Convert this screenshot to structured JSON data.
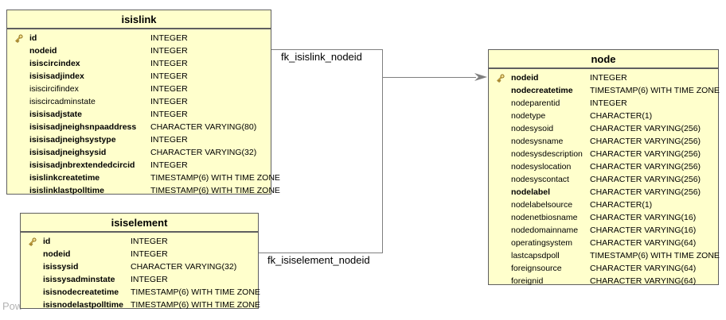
{
  "watermark": "Pow",
  "colors": {
    "table_fill": "#ffffcc",
    "table_border": "#5f5f5f",
    "edge": "#7f7f7f",
    "key_icon_gold": "#e3bf5a"
  },
  "edges": [
    {
      "label": "fk_isislink_nodeid"
    },
    {
      "label": "fk_isiselement_nodeid"
    }
  ],
  "tables": [
    {
      "name": "isislink",
      "columns": [
        {
          "name": "id",
          "type": "INTEGER",
          "pk": true,
          "bold": true
        },
        {
          "name": "nodeid",
          "type": "INTEGER",
          "pk": false,
          "bold": true
        },
        {
          "name": "isiscircindex",
          "type": "INTEGER",
          "pk": false,
          "bold": true
        },
        {
          "name": "isisisadjindex",
          "type": "INTEGER",
          "pk": false,
          "bold": true
        },
        {
          "name": "isiscircifindex",
          "type": "INTEGER",
          "pk": false,
          "bold": false
        },
        {
          "name": "isiscircadminstate",
          "type": "INTEGER",
          "pk": false,
          "bold": false
        },
        {
          "name": "isisisadjstate",
          "type": "INTEGER",
          "pk": false,
          "bold": true
        },
        {
          "name": "isisisadjneighsnpaaddress",
          "type": "CHARACTER VARYING(80)",
          "pk": false,
          "bold": true
        },
        {
          "name": "isisisadjneighsystype",
          "type": "INTEGER",
          "pk": false,
          "bold": true
        },
        {
          "name": "isisisadjneighsysid",
          "type": "CHARACTER VARYING(32)",
          "pk": false,
          "bold": true
        },
        {
          "name": "isisisadjnbrextendedcircid",
          "type": "INTEGER",
          "pk": false,
          "bold": true
        },
        {
          "name": "isislinkcreatetime",
          "type": "TIMESTAMP(6) WITH TIME ZONE",
          "pk": false,
          "bold": true
        },
        {
          "name": "isislinklastpolltime",
          "type": "TIMESTAMP(6) WITH TIME ZONE",
          "pk": false,
          "bold": true
        }
      ]
    },
    {
      "name": "isiselement",
      "columns": [
        {
          "name": "id",
          "type": "INTEGER",
          "pk": true,
          "bold": true
        },
        {
          "name": "nodeid",
          "type": "INTEGER",
          "pk": false,
          "bold": true
        },
        {
          "name": "isissysid",
          "type": "CHARACTER VARYING(32)",
          "pk": false,
          "bold": true
        },
        {
          "name": "isissysadminstate",
          "type": "INTEGER",
          "pk": false,
          "bold": true
        },
        {
          "name": "isisnodecreatetime",
          "type": "TIMESTAMP(6) WITH TIME ZONE",
          "pk": false,
          "bold": true
        },
        {
          "name": "isisnodelastpolltime",
          "type": "TIMESTAMP(6) WITH TIME ZONE",
          "pk": false,
          "bold": true
        }
      ]
    },
    {
      "name": "node",
      "columns": [
        {
          "name": "nodeid",
          "type": "INTEGER",
          "pk": true,
          "bold": true
        },
        {
          "name": "nodecreatetime",
          "type": "TIMESTAMP(6) WITH TIME ZONE",
          "pk": false,
          "bold": true
        },
        {
          "name": "nodeparentid",
          "type": "INTEGER",
          "pk": false,
          "bold": false
        },
        {
          "name": "nodetype",
          "type": "CHARACTER(1)",
          "pk": false,
          "bold": false
        },
        {
          "name": "nodesysoid",
          "type": "CHARACTER VARYING(256)",
          "pk": false,
          "bold": false
        },
        {
          "name": "nodesysname",
          "type": "CHARACTER VARYING(256)",
          "pk": false,
          "bold": false
        },
        {
          "name": "nodesysdescription",
          "type": "CHARACTER VARYING(256)",
          "pk": false,
          "bold": false
        },
        {
          "name": "nodesyslocation",
          "type": "CHARACTER VARYING(256)",
          "pk": false,
          "bold": false
        },
        {
          "name": "nodesyscontact",
          "type": "CHARACTER VARYING(256)",
          "pk": false,
          "bold": false
        },
        {
          "name": "nodelabel",
          "type": "CHARACTER VARYING(256)",
          "pk": false,
          "bold": true
        },
        {
          "name": "nodelabelsource",
          "type": "CHARACTER(1)",
          "pk": false,
          "bold": false
        },
        {
          "name": "nodenetbiosname",
          "type": "CHARACTER VARYING(16)",
          "pk": false,
          "bold": false
        },
        {
          "name": "nodedomainname",
          "type": "CHARACTER VARYING(16)",
          "pk": false,
          "bold": false
        },
        {
          "name": "operatingsystem",
          "type": "CHARACTER VARYING(64)",
          "pk": false,
          "bold": false
        },
        {
          "name": "lastcapsdpoll",
          "type": "TIMESTAMP(6) WITH TIME ZONE",
          "pk": false,
          "bold": false
        },
        {
          "name": "foreignsource",
          "type": "CHARACTER VARYING(64)",
          "pk": false,
          "bold": false
        },
        {
          "name": "foreignid",
          "type": "CHARACTER VARYING(64)",
          "pk": false,
          "bold": false
        }
      ]
    }
  ]
}
